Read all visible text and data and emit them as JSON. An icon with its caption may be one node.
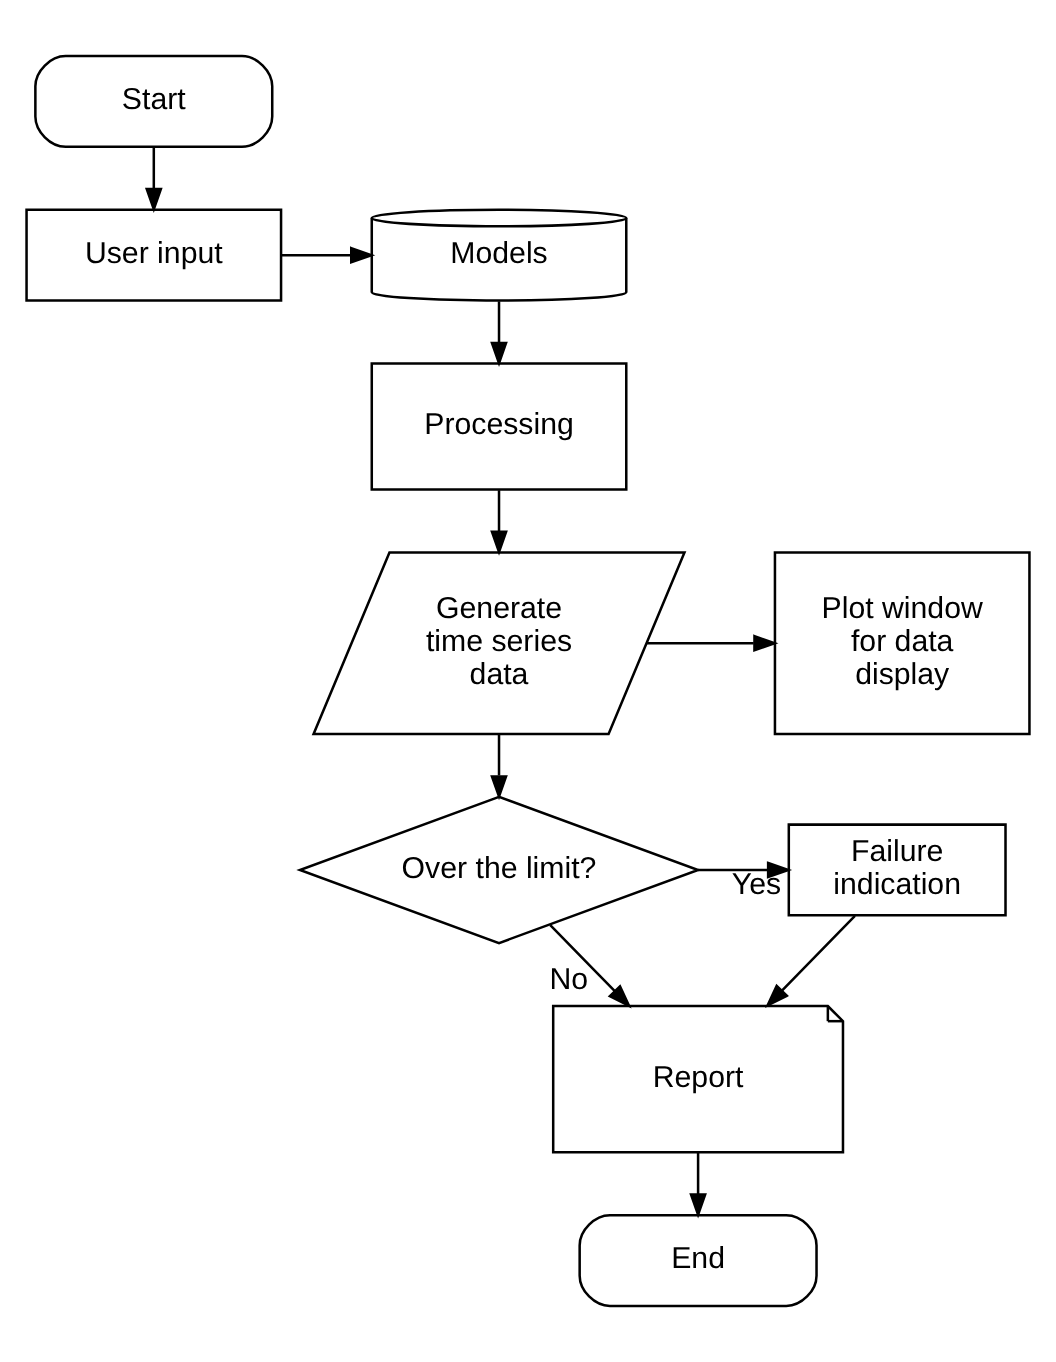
{
  "diagram": {
    "nodes": [
      {
        "text": [
          "Start"
        ]
      },
      {
        "text": [
          "User input"
        ]
      },
      {
        "text": [
          "Models"
        ]
      },
      {
        "text": [
          "Processing"
        ]
      },
      {
        "text": [
          "Generate time series data"
        ]
      },
      {
        "text": [
          "Plot window for data display"
        ]
      },
      {
        "text": [
          "Over the limit?"
        ]
      },
      {
        "text": [
          "Failure indication"
        ]
      },
      {
        "text": [
          "Report"
        ]
      },
      {
        "text": [
          "End"
        ]
      }
    ],
    "edges": [
      {
        "from": 0,
        "to": 1,
        "arrow": "to"
      },
      {
        "from": 1,
        "to": 2,
        "arrow": "to"
      },
      {
        "from": 2,
        "to": 3,
        "arrow": "to"
      },
      {
        "from": 3,
        "to": 4,
        "arrow": "to"
      },
      {
        "from": 4,
        "to": 5,
        "arrow": "to"
      },
      {
        "from": 4,
        "to": 6,
        "arrow": "to"
      },
      {
        "from": 6,
        "to": 7,
        "label": "Yes",
        "arrow": "to"
      },
      {
        "from": 6,
        "to": 8,
        "label": "No",
        "arrow": "to"
      },
      {
        "from": 7,
        "to": 8,
        "arrow": "to"
      },
      {
        "from": 8,
        "to": 9,
        "arrow": "to"
      }
    ]
  }
}
